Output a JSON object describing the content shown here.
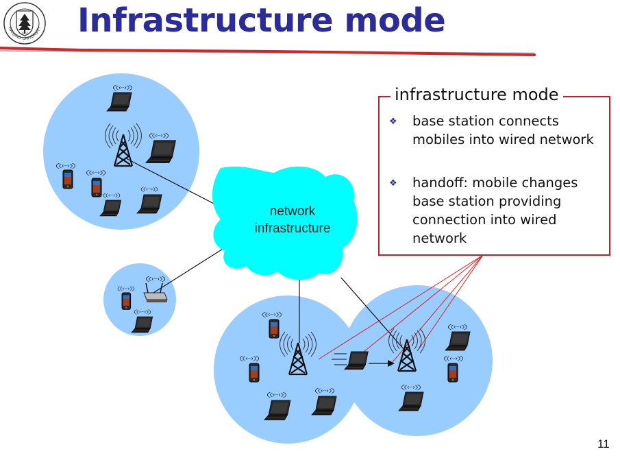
{
  "slide": {
    "title": "Infrastructure mode",
    "page_number": "11"
  },
  "logo": {
    "ring_text": "NANJING UNIVERSITY",
    "year": "1902"
  },
  "diagram": {
    "cloud_label_line1": "network",
    "cloud_label_line2": "infrastructure"
  },
  "callout": {
    "heading": "infrastructure mode",
    "bullets": [
      "base station connects mobiles into wired network",
      "handoff: mobile changes base station providing connection into wired network"
    ]
  },
  "colors": {
    "title": "#2b2b9a",
    "cell": "#99ccff",
    "cloud": "#00ffff",
    "callout_border": "#c0202a",
    "handoff_lines": "#e02020",
    "underline": "#d02828"
  },
  "icons": {
    "bullet": "diamond-bullet-icon",
    "base_station": "antenna-tower-icon",
    "laptop": "laptop-icon",
    "phone": "smartphone-icon",
    "router": "wireless-router-icon"
  }
}
